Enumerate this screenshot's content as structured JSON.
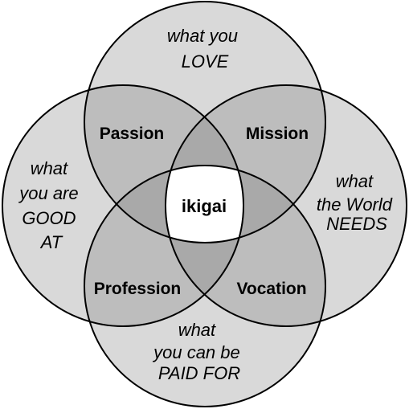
{
  "diagram": {
    "circles": {
      "love": {
        "lines": [
          "what you",
          "LOVE"
        ]
      },
      "good_at": {
        "lines": [
          "what",
          "you are",
          "GOOD",
          "AT"
        ]
      },
      "needs": {
        "lines": [
          "what",
          "the World",
          "NEEDS"
        ]
      },
      "paid_for": {
        "lines": [
          "what",
          "you can be",
          "PAID FOR"
        ]
      }
    },
    "overlaps": {
      "passion": "Passion",
      "mission": "Mission",
      "profession": "Profession",
      "vocation": "Vocation"
    },
    "center": "ikigai"
  },
  "colors": {
    "single_fill": "#d9d9d9",
    "double_fill": "#bdbdbd",
    "triple_fill": "#a9a9a9",
    "center_fill": "#ffffff",
    "stroke": "#000000"
  }
}
